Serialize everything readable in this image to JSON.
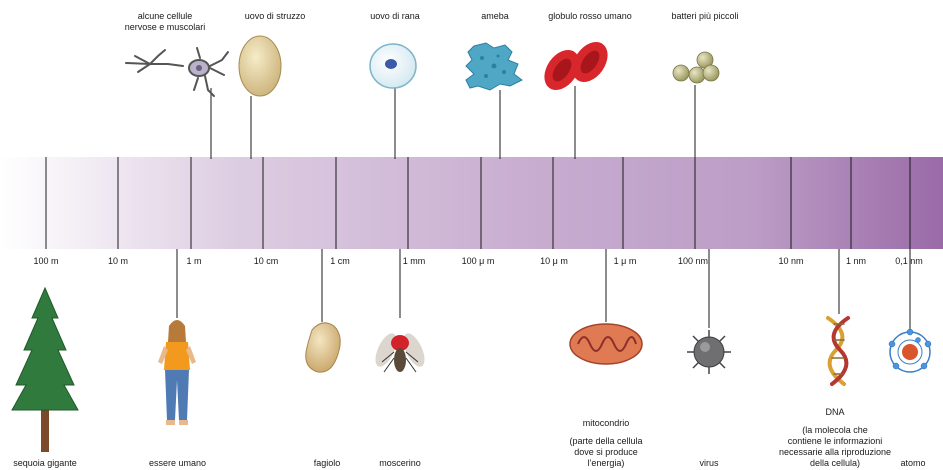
{
  "scale": {
    "ticks": [
      "100 m",
      "10 m",
      "1 m",
      "10 cm",
      "1 cm",
      "1 mm",
      "100 μ m",
      "10 μ m",
      "1 μ m",
      "100 nm",
      "10 nm",
      "1 nm",
      "0,1 nm"
    ],
    "gradient_start": "#ffffff",
    "gradient_mid": "#c5a8cd",
    "gradient_end": "#9b6ca8"
  },
  "top_items": [
    {
      "label_line1": "alcune cellule",
      "label_line2": "nervose e muscolari",
      "icon": "neuron-icon"
    },
    {
      "label_line1": "uovo di struzzo",
      "label_line2": "",
      "icon": "ostrich-egg-icon"
    },
    {
      "label_line1": "uovo di rana",
      "label_line2": "",
      "icon": "frog-egg-icon"
    },
    {
      "label_line1": "ameba",
      "label_line2": "",
      "icon": "amoeba-icon"
    },
    {
      "label_line1": "globulo rosso umano",
      "label_line2": "",
      "icon": "red-blood-cell-icon"
    },
    {
      "label_line1": "batteri più piccoli",
      "label_line2": "",
      "icon": "bacteria-icon"
    }
  ],
  "bottom_items": [
    {
      "label": "sequoia gigante",
      "icon": "sequoia-tree-icon"
    },
    {
      "label": "essere umano",
      "icon": "human-icon"
    },
    {
      "label": "fagiolo",
      "icon": "bean-icon"
    },
    {
      "label": "moscerino",
      "icon": "fruit-fly-icon"
    },
    {
      "label": "mitocondrio",
      "note": [
        "(parte della cellula",
        "dove si produce",
        "l'energia)"
      ],
      "icon": "mitochondrion-icon"
    },
    {
      "label": "virus",
      "icon": "virus-icon"
    },
    {
      "label": "DNA",
      "note": [
        "(la molecola che",
        "contiene le informazioni",
        "necessarie alla riproduzione",
        "della cellula)"
      ],
      "icon": "dna-icon"
    },
    {
      "label": "atomo",
      "icon": "atom-icon"
    }
  ]
}
